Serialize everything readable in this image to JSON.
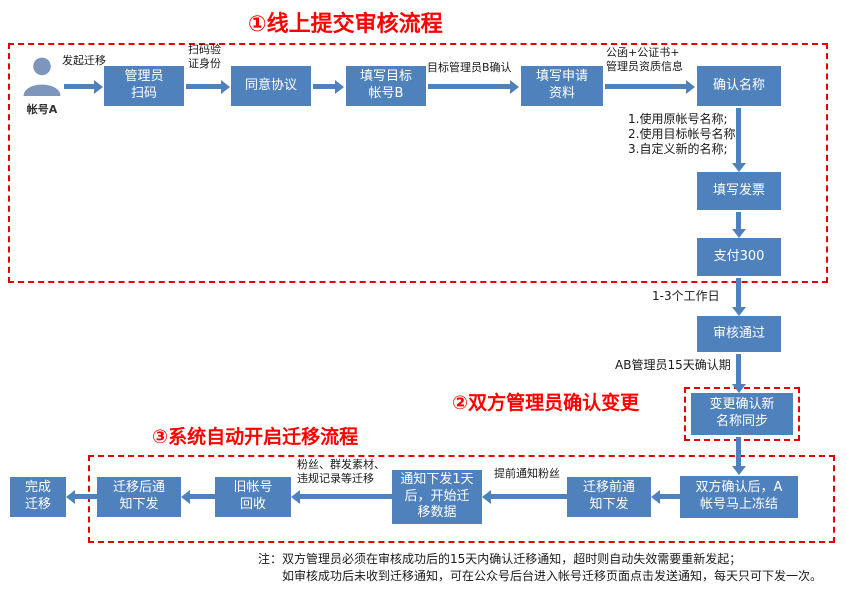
{
  "titles": {
    "section1": "①线上提交审核流程",
    "section2": "②双方管理员确认变更",
    "section3": "③系统自动开启迁移流程"
  },
  "actor": {
    "name": "帐号A"
  },
  "flow1": {
    "label_initiate": "发起迁移",
    "label_scan_verify": "扫码验\n证身份",
    "label_target_confirm": "目标管理员B确认",
    "label_documents": "公函+公证书+\n管理员资质信息",
    "node_admin_scan": "管理员\n扫码",
    "node_agree": "同意协议",
    "node_fill_target": "填写目标\n帐号B",
    "node_fill_apply": "填写申请\n资料",
    "node_confirm_name": "确认名称",
    "name_options": "1.使用原帐号名称;\n2.使用目标帐号名称;\n3.自定义新的名称;",
    "node_invoice": "填写发票",
    "node_pay": "支付300"
  },
  "flow2": {
    "label_workdays": "1-3个工作日",
    "node_approved": "审核通过",
    "label_confirm_period": "AB管理员15天确认期",
    "node_change_confirm": "变更确认新\n名称同步"
  },
  "flow3": {
    "node_frozen": "双方确认后，A\n帐号马上冻结",
    "label_advance_notice": "提前通知粉丝",
    "node_pre_notice": "迁移前通\n知下发",
    "node_start_migrate": "通知下发1天\n后，开始迁\n移数据",
    "label_migrate_items": "粉丝、群发素材、\n违规记录等迁移",
    "node_recycle": "旧帐号\n回收",
    "node_post_notice": "迁移后通\n知下发",
    "node_done": "完成\n迁移"
  },
  "note": {
    "line1": "注：双方管理员必须在审核成功后的15天内确认迁移通知，超时则自动失效需要重新发起；",
    "line2": "如审核成功后未收到迁移通知，可在公众号后台进入帐号迁移页面点击发送通知，每天只可下发一次。"
  },
  "colors": {
    "box_blue": "#4f81bd",
    "dashed_red": "#e60000",
    "title_red": "#ff0000"
  }
}
